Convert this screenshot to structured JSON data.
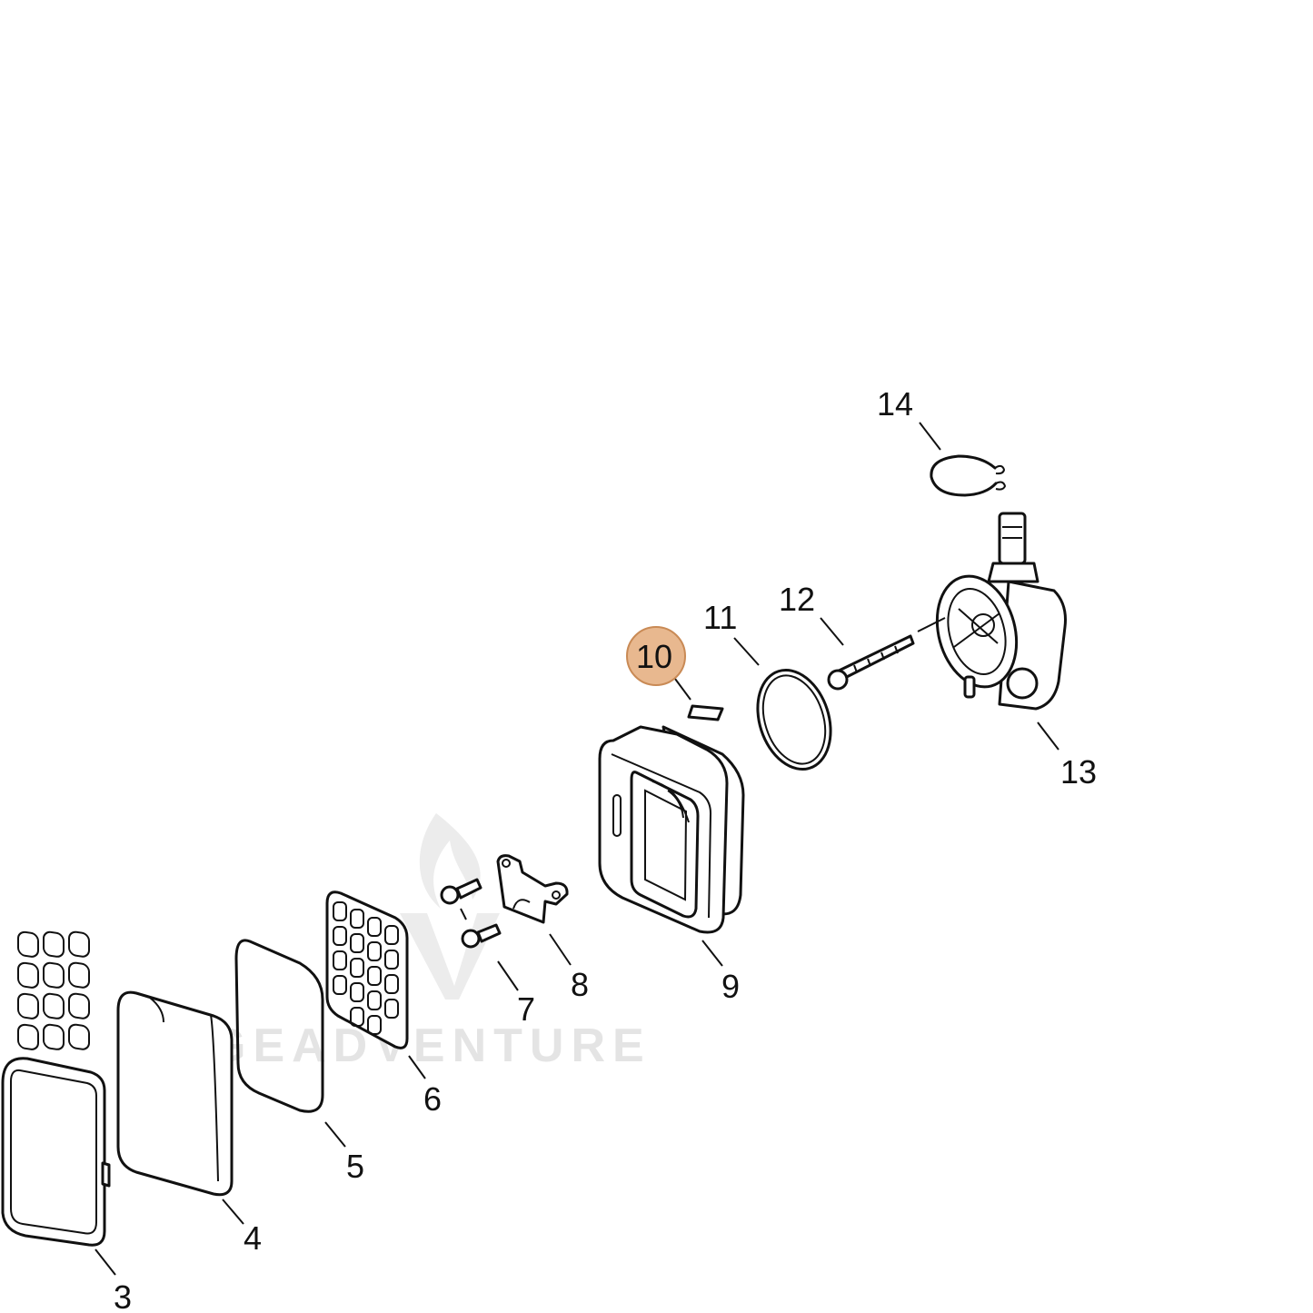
{
  "watermark": {
    "text": "GEADVENTURE"
  },
  "highlight_color": "#e8b88f",
  "highlight_stroke": "#c98a55",
  "callouts": [
    {
      "id": "3",
      "label": "3"
    },
    {
      "id": "4",
      "label": "4"
    },
    {
      "id": "5",
      "label": "5"
    },
    {
      "id": "6",
      "label": "6"
    },
    {
      "id": "7",
      "label": "7"
    },
    {
      "id": "8",
      "label": "8"
    },
    {
      "id": "9",
      "label": "9"
    },
    {
      "id": "10",
      "label": "10",
      "highlighted": true
    },
    {
      "id": "11",
      "label": "11"
    },
    {
      "id": "12",
      "label": "12"
    },
    {
      "id": "13",
      "label": "13"
    },
    {
      "id": "14",
      "label": "14"
    }
  ]
}
